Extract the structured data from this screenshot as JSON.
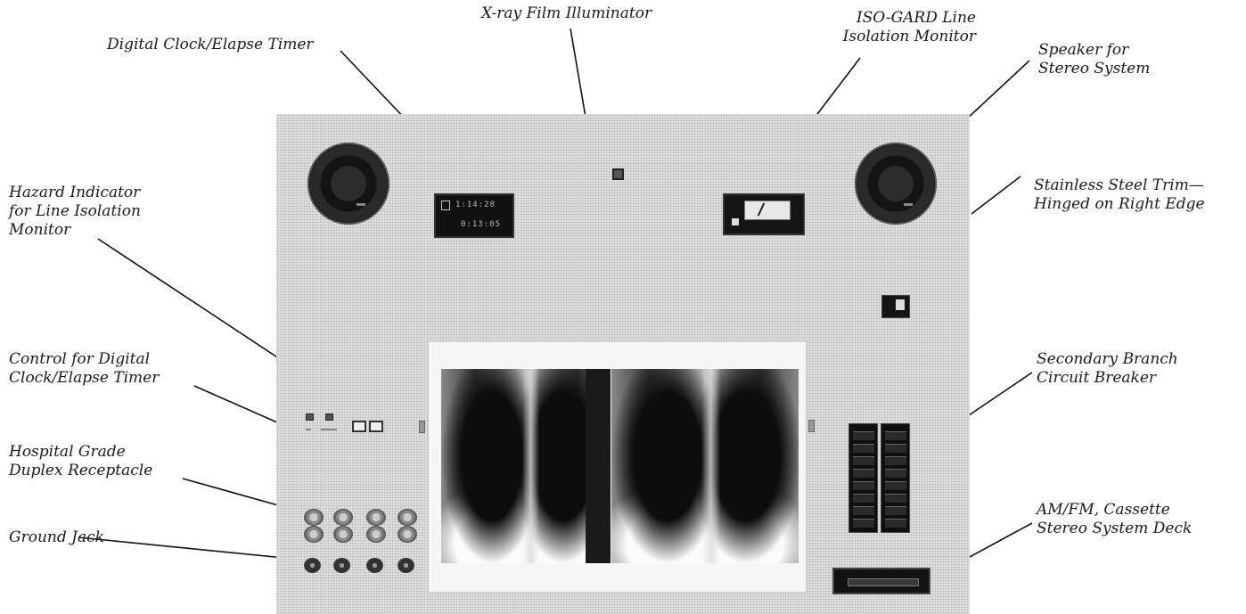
{
  "labels": {
    "xray_illuminator": "X-ray Film Illuminator",
    "clock_timer": "Digital Clock/Elapse Timer",
    "isogard_line1": "ISO-GARD Line",
    "isogard_line2": "Isolation Monitor",
    "speaker_line1": "Speaker for",
    "speaker_line2": "Stereo System",
    "trim_line1": "Stainless Steel Trim—",
    "trim_line2": "Hinged on Right Edge",
    "hazard_line1": "Hazard Indicator",
    "hazard_line2": "for Line Isolation",
    "hazard_line3": "Monitor",
    "control_line1": "Control for Digital",
    "control_line2": "Clock/Elapse Timer",
    "receptacle_line1": "Hospital Grade",
    "receptacle_line2": "Duplex Receptacle",
    "ground_jack": "Ground Jack",
    "breaker_line1": "Secondary Branch",
    "breaker_line2": "Circuit Breaker",
    "deck_line1": "AM/FM, Cassette",
    "deck_line2": "Stereo System Deck"
  },
  "display": {
    "clock_top": "1:14:28",
    "clock_bottom": "0:13:05"
  },
  "colors": {
    "panel": "#e2e2e2",
    "ink": "#1a1a1a",
    "leader": "#111111"
  }
}
